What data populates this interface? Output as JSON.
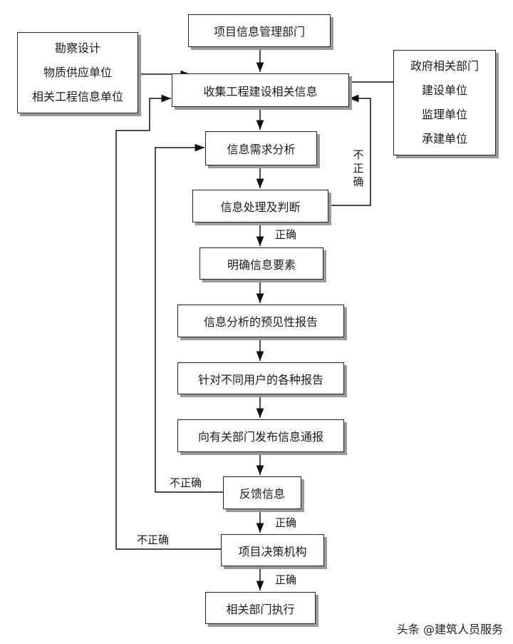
{
  "boxes": {
    "management": "项目信息管理部门",
    "collect": "收集工程建设相关信息",
    "demand": "信息需求分析",
    "process": "信息处理及判断",
    "elements": "明确信息要素",
    "forecast": "信息分析的预见性报告",
    "reports": "针对不同用户的各种报告",
    "publish": "向有关部门发布信息通报",
    "feedback": "反馈信息",
    "decision": "项目决策机构",
    "execute": "相关部门执行"
  },
  "left_sources": [
    "勘察设计",
    "物质供应单位",
    "相关工程信息单位"
  ],
  "right_sources": [
    "政府相关部门",
    "建设单位",
    "监理单位",
    "承建单位"
  ],
  "labels": {
    "correct": "正确",
    "incorrect": "不正确",
    "incorrect_vertical": [
      "不",
      "正",
      "确"
    ]
  },
  "watermark": "头条 @建筑人员服务"
}
